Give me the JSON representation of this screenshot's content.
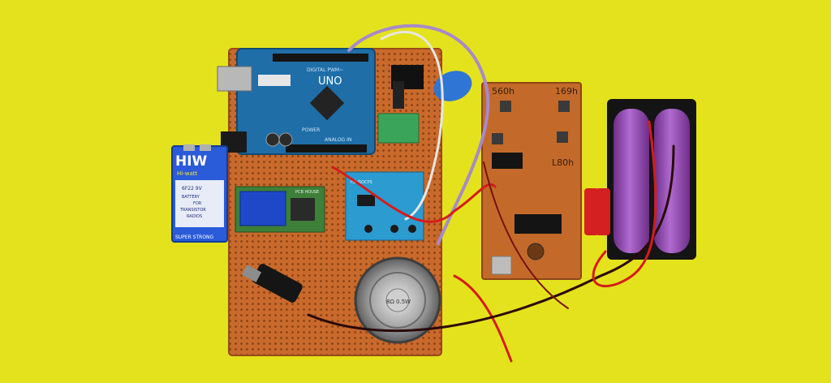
{
  "scene": {
    "background_color": "#e4e21c",
    "arduino": {
      "board_name": "UNO",
      "header_label_top": "DIGITAL PWM~",
      "header_label_bottom": "ANALOG IN",
      "power_label": "POWER"
    },
    "battery_9v": {
      "brand": "HIW",
      "subtitle": "Hi-watt",
      "type": "6F22 9V",
      "line1": "BATTERY",
      "line2": "FOR",
      "line3": "TRANSISTOR",
      "line4": "RADIOS",
      "footer": "SUPER STRONG"
    },
    "relay_module": {
      "label": "PCB HOUSE"
    },
    "rtc_module": {
      "label": "HE JSOCPS"
    },
    "speaker": {
      "label": "8Ω 0.5W"
    },
    "receiver_board": {
      "label_top_left": "560h",
      "label_top_right": "169h",
      "label_mid_right": "L80h"
    },
    "colors": {
      "perfboard": "#c96a2c",
      "arduino": "#1f6ea8",
      "lithium_cell": "#9a4fb8",
      "battery_9v_blue": "#2a5bd8",
      "wire_red": "#d41c1c",
      "wire_purple": "#a78ac9"
    }
  }
}
